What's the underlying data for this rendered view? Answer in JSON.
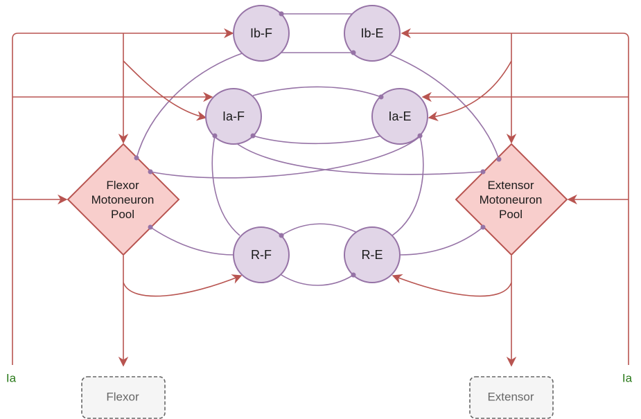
{
  "colors": {
    "excitatory": "#b85450",
    "inhibitory": "#9673a6",
    "interneuron_fill": "#e1d5e7",
    "pool_fill": "#f8cecc",
    "muscle_fill": "#f5f5f5",
    "muscle_stroke": "#666666",
    "ia_text": "#2a7a1a"
  },
  "nodes": {
    "ib_f": "Ib-F",
    "ib_e": "Ib-E",
    "ia_f": "Ia-F",
    "ia_e": "Ia-E",
    "r_f": "R-F",
    "r_e": "R-E"
  },
  "pools": {
    "flexor": [
      "Flexor",
      "Motoneuron",
      "Pool"
    ],
    "extensor": [
      "Extensor",
      "Motoneuron",
      "Pool"
    ]
  },
  "muscles": {
    "flexor": "Flexor",
    "extensor": "Extensor"
  },
  "inputs": {
    "left": "Ia",
    "right": "Ia"
  }
}
